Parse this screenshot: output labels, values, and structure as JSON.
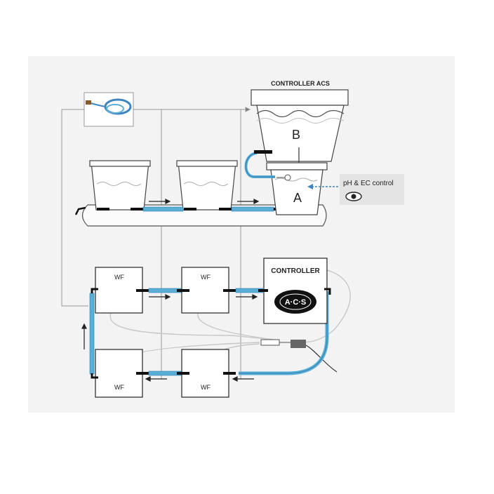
{
  "labels": {
    "controller_acs": "CONTROLLER ACS",
    "reservoir_b": "B",
    "reservoir_a": "A",
    "ph_ec": "pH & EC control",
    "controller": "CONTROLLER",
    "logo_text": "A·C·S",
    "wf": "WF"
  },
  "colors": {
    "pipe": "#5aaed6",
    "pipe_dark": "#2a7fb0",
    "panel": "#f3f3f3",
    "callout": "#e4e4e4",
    "line": "#444444"
  }
}
